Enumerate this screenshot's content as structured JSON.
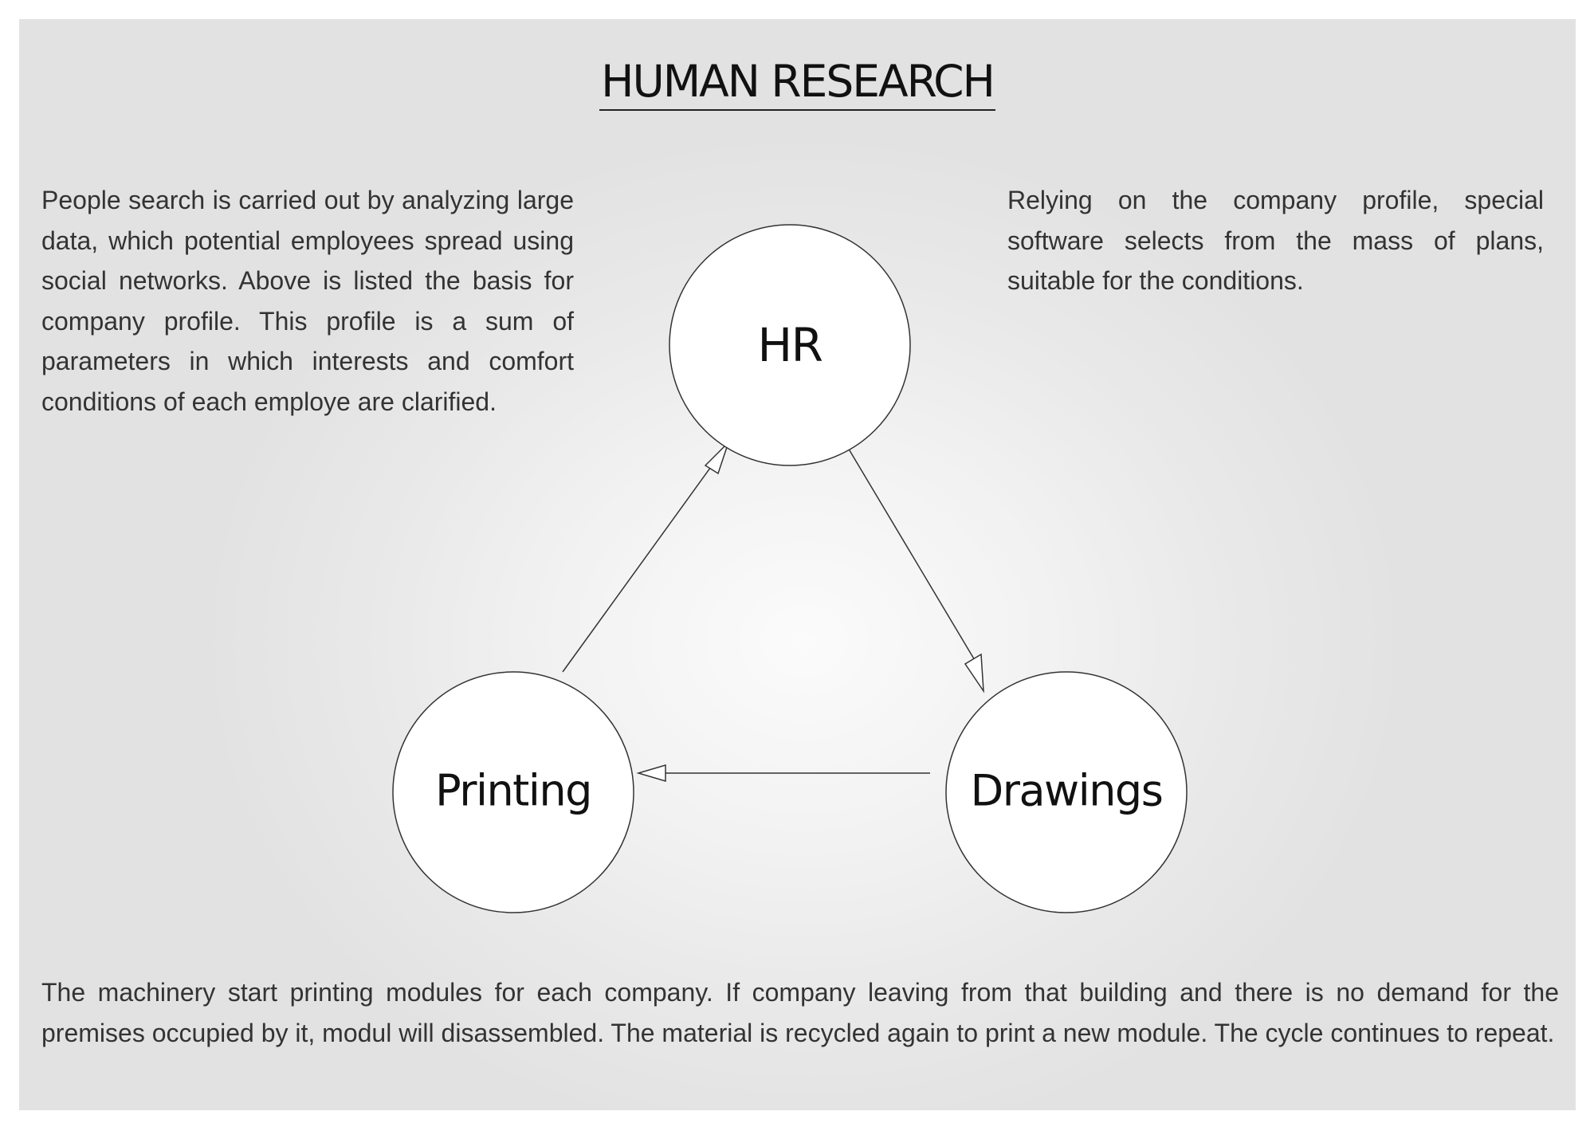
{
  "title": "HUMAN RESEARCH",
  "paragraphs": {
    "left": "People search is carried out by analyzing large data, which potential employees spread using social networks. Above is listed the basis for company profile. This profile is a sum of parameters in which interests and comfort conditions of each employe are clarified.",
    "right": "Relying on the company profile, special software selects from  the mass of plans, suitable for the conditions.",
    "bottom": "The machinery start printing modules for each company. If company leaving from that building and there is no demand for the premises occupied by it, modul will disassembled. The material is recycled again to print a new module. The cycle continues to repeat."
  },
  "nodes": {
    "hr": "HR",
    "drawings": "Drawings",
    "printing": "Printing"
  }
}
